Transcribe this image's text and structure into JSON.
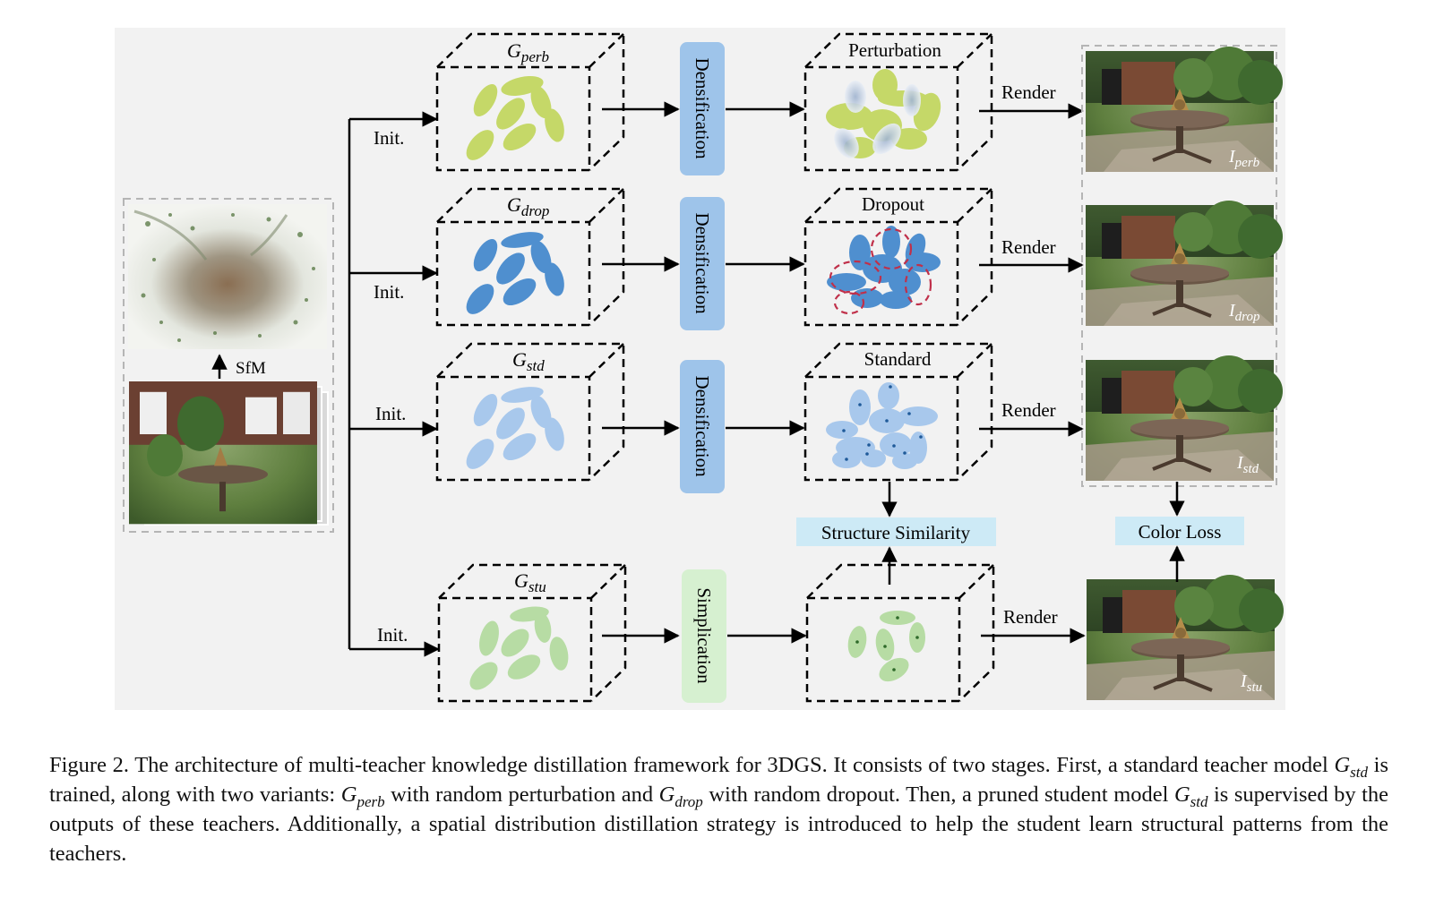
{
  "diagram": {
    "stage_left": {
      "sfm_label": "SfM"
    },
    "init_label": "Init.",
    "rows": [
      {
        "model_symbol": "G",
        "model_sub": "perb",
        "stage_label": "Densification",
        "variant_label": "Perturbation",
        "render_label": "Render",
        "image_symbol": "I",
        "image_sub": "perb"
      },
      {
        "model_symbol": "G",
        "model_sub": "drop",
        "stage_label": "Densification",
        "variant_label": "Dropout",
        "render_label": "Render",
        "image_symbol": "I",
        "image_sub": "drop"
      },
      {
        "model_symbol": "G",
        "model_sub": "std",
        "stage_label": "Densification",
        "variant_label": "Standard",
        "render_label": "Render",
        "image_symbol": "I",
        "image_sub": "std"
      },
      {
        "model_symbol": "G",
        "model_sub": "stu",
        "stage_label": "Simplication",
        "variant_label": "",
        "render_label": "Render",
        "image_symbol": "I",
        "image_sub": "stu"
      }
    ],
    "loss_labels": {
      "structure": "Structure Similarity",
      "color": "Color Loss"
    },
    "colors": {
      "perb": "#c5d868",
      "drop": "#4f8fcf",
      "std": "#a8c8ec",
      "stu": "#b7dca4",
      "densification_box": "#9ec4ea",
      "simplication_box": "#d6f0d0",
      "loss_box": "#cdeaf6",
      "dropout_ring": "#c0304a",
      "panel_bg": "#f2f2f2"
    },
    "icons": [
      "point-cloud-image",
      "garden-photo-stack",
      "rendered-garden-photo"
    ]
  },
  "caption": {
    "label": "Figure 2.",
    "t1": "The architecture of multi-teacher knowledge distillation framework for 3DGS. It consists of two stages. First, a standard teacher model",
    "t2": "is trained, along with two variants:",
    "t3": "with random perturbation and",
    "t4": "with random dropout. Then, a pruned student model",
    "t5": "is supervised by the outputs of these teachers. Additionally, a spatial distribution distillation strategy is introduced to help the student learn structural patterns from the teachers.",
    "m1_sub": "std",
    "m2_sub": "perb",
    "m3_sub": "drop",
    "m4_sub": "std",
    "symbol": "G"
  }
}
